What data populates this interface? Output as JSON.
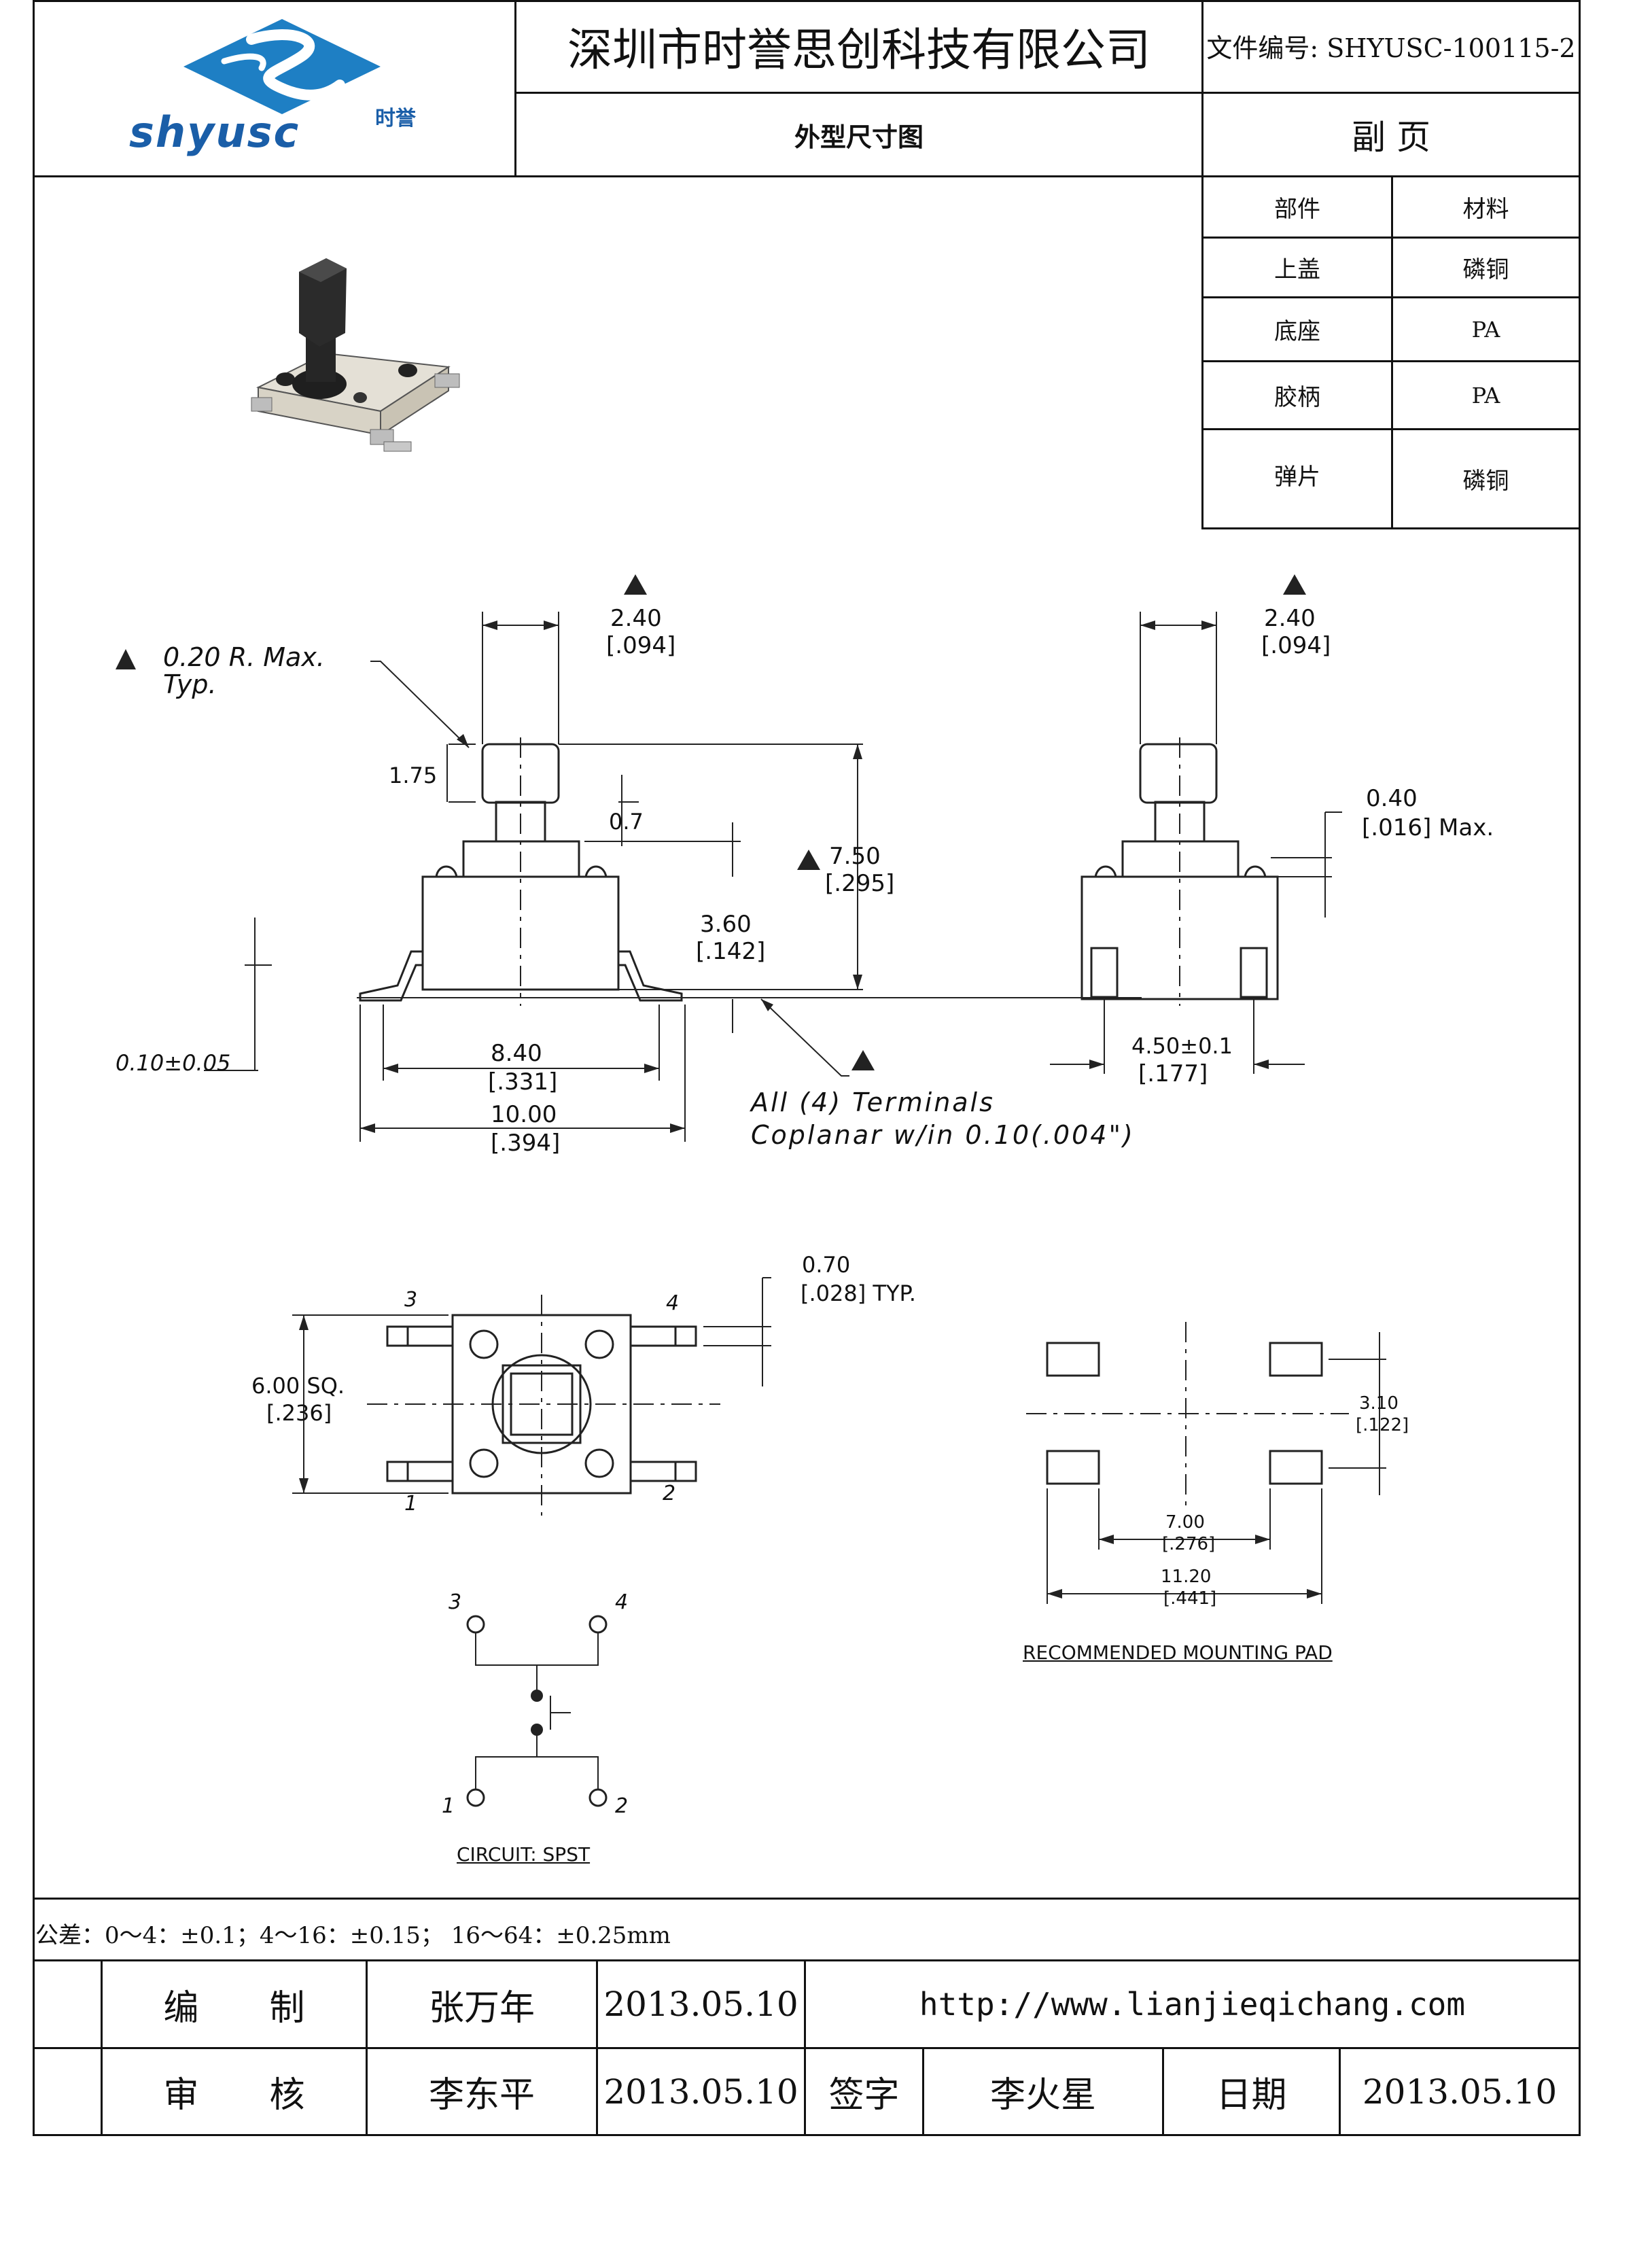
{
  "header": {
    "logo_text": "shyusc",
    "logo_cn": "时誉",
    "company": "深圳市时誉思创科技有限公司",
    "doc_number": "文件编号: SHYUSC-100115-2",
    "drawing_title": "外型尺寸图",
    "page_label": "副 页"
  },
  "materials": {
    "headers": [
      "部件",
      "材料"
    ],
    "rows": [
      {
        "part": "上盖",
        "material": "磷铜"
      },
      {
        "part": "底座",
        "material": "PA"
      },
      {
        "part": "胶柄",
        "material": "PA"
      },
      {
        "part": "弹片",
        "material": "磷铜"
      }
    ]
  },
  "front_view": {
    "radius_note": "0.20 R. Max.",
    "radius_typ": "Typ.",
    "stem_width": "2.40",
    "stem_width_in": "[.094]",
    "cap_height": "1.75",
    "neck": "0.7",
    "total_height": "7.50",
    "total_height_in": "[.295]",
    "body_height": "3.60",
    "body_height_in": "[.142]",
    "standoff": "0.10±0.05",
    "body_width": "8.40",
    "body_width_in": "[.331]",
    "overall_width": "10.00",
    "overall_width_in": "[.394]",
    "coplanar_1": "All (4) Terminals",
    "coplanar_2": "Coplanar w/in 0.10(.004\")"
  },
  "side_view": {
    "stem_width": "2.40",
    "stem_width_in": "[.094]",
    "clearance": "0.40",
    "clearance_in": "[.016] Max.",
    "terminal_pitch": "4.50±0.1",
    "terminal_pitch_in": "[.177]"
  },
  "top_view": {
    "lead_width": "0.70",
    "lead_width_in": "[.028] TYP.",
    "body_size": "6.00 SQ.",
    "body_size_in": "[.236]",
    "pins": [
      "1",
      "2",
      "3",
      "4"
    ]
  },
  "mounting_pad": {
    "pitch_y": "3.10",
    "pitch_y_in": "[.122]",
    "inner_x": "7.00",
    "inner_x_in": "[.276]",
    "outer_x": "11.20",
    "outer_x_in": "[.441]",
    "caption": "RECOMMENDED MOUNTING PAD"
  },
  "circuit": {
    "caption": "CIRCUIT: SPST",
    "pins": [
      "1",
      "2",
      "3",
      "4"
    ]
  },
  "tolerance": "公差：0～4：±0.1；4～16：±0.15； 16～64：±0.25mm",
  "footer": {
    "row1": {
      "label": "编　　制",
      "name": "张万年",
      "date": "2013.05.10",
      "url": "http://www.lianjieqichang.com"
    },
    "row2": {
      "label": "审　　核",
      "name": "李东平",
      "date": "2013.05.10",
      "sign_label": "签字",
      "signer": "李火星",
      "date_label": "日期",
      "sign_date": "2013.05.10"
    }
  }
}
